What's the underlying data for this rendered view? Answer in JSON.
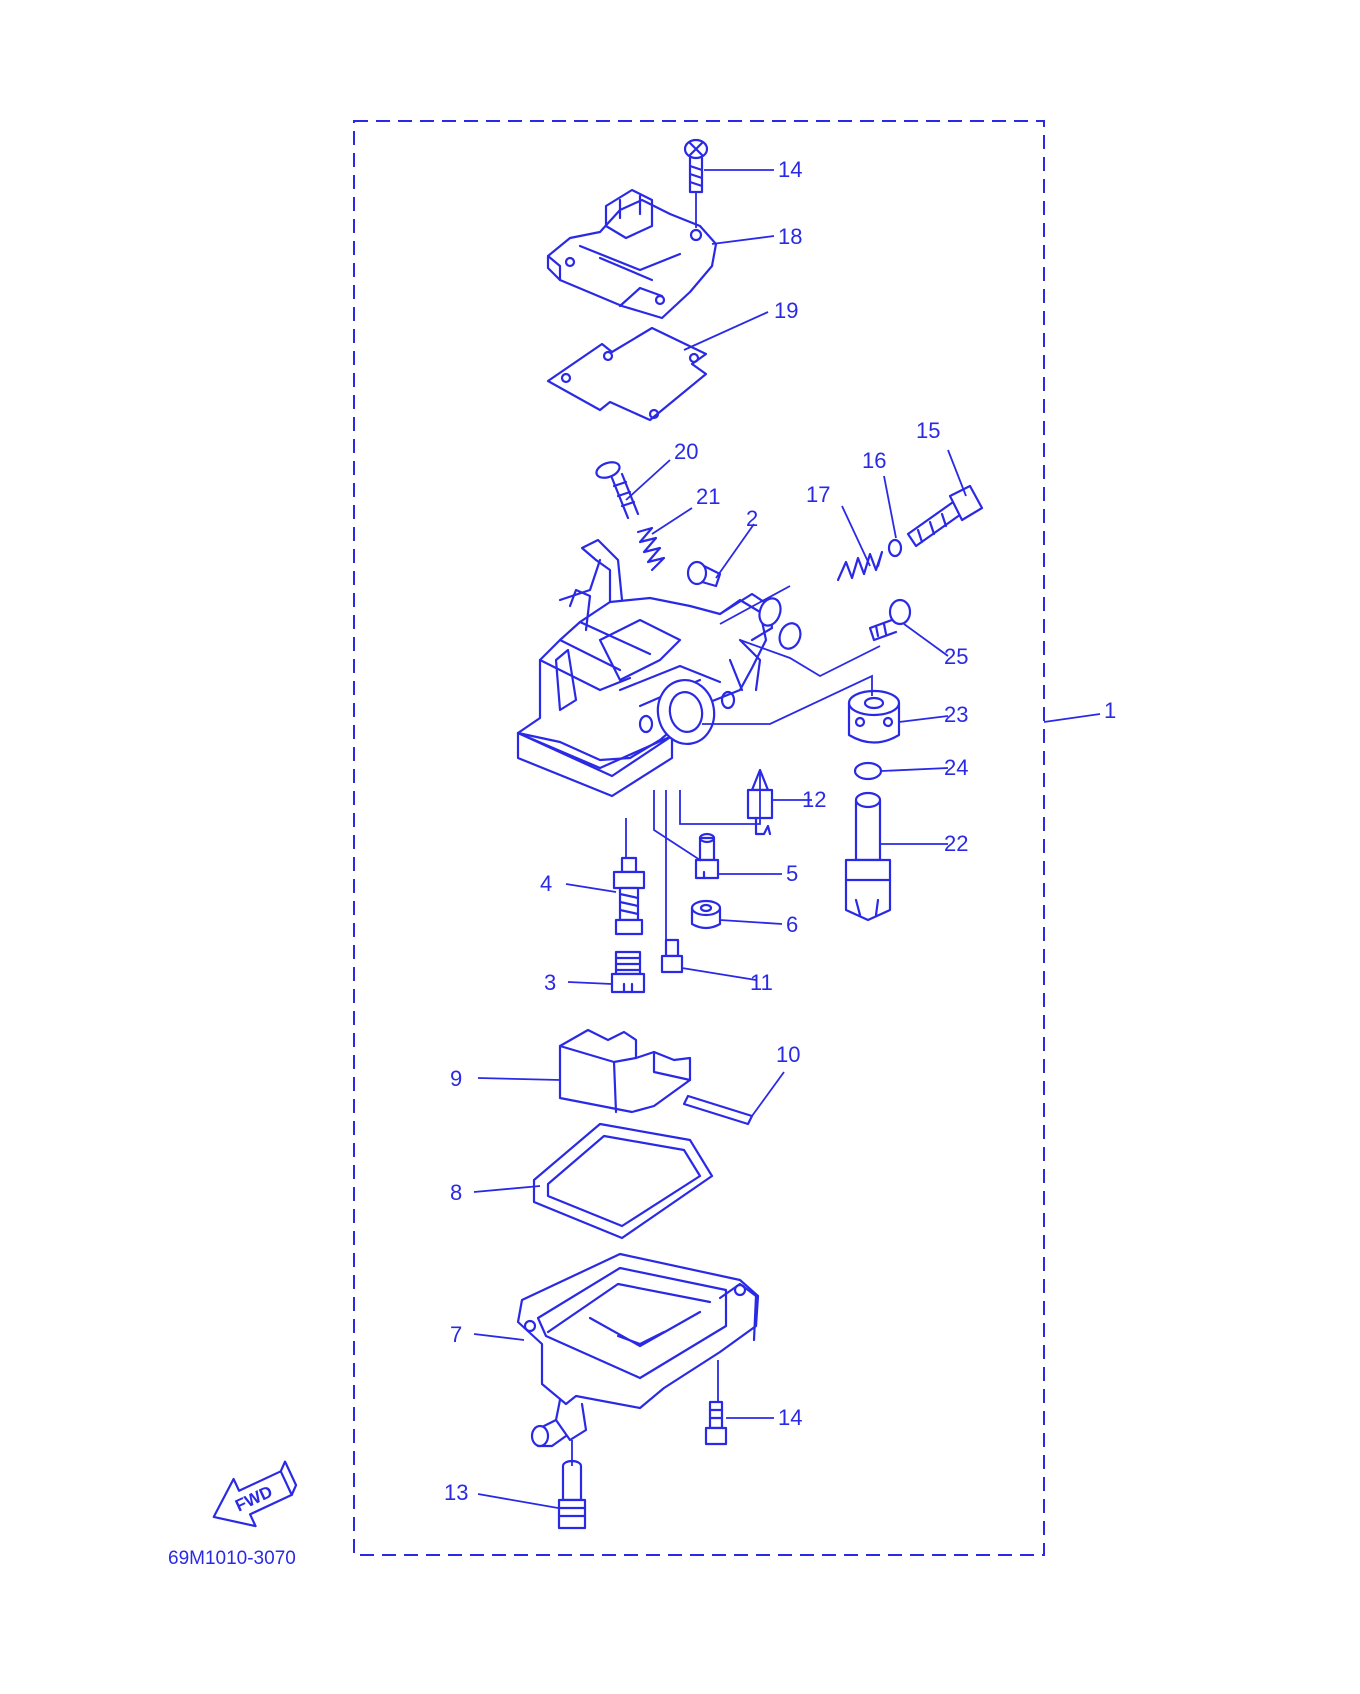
{
  "diagram": {
    "drawing_code": "69M1010-3070",
    "direction_arrow_text": "FWD",
    "ink_color": "#2a2ae6",
    "callouts": [
      "14",
      "18",
      "19",
      "20",
      "21",
      "2",
      "17",
      "16",
      "15",
      "25",
      "1",
      "23",
      "24",
      "12",
      "22",
      "4",
      "5",
      "6",
      "3",
      "11",
      "10",
      "9",
      "8",
      "7",
      "14",
      "13"
    ]
  }
}
